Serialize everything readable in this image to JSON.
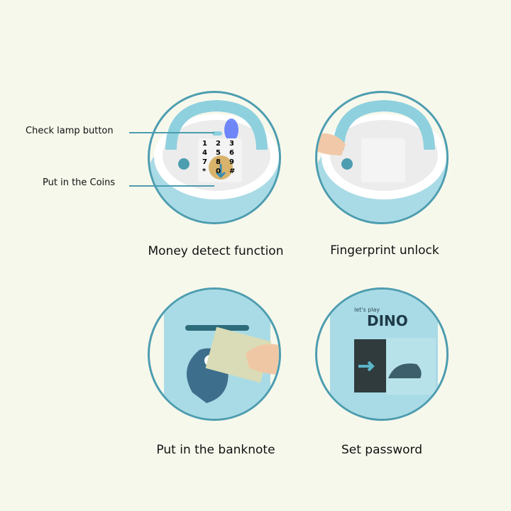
{
  "panels": [
    {
      "caption": "Money detect function"
    },
    {
      "caption": "Fingerprint unlock"
    },
    {
      "caption": "Put in the banknote"
    },
    {
      "caption": "Set password"
    }
  ],
  "callouts": {
    "check_lamp": "Check lamp button",
    "put_coins": "Put in the Coins"
  },
  "keypad": [
    "1",
    "2",
    "3",
    "4",
    "5",
    "6",
    "7",
    "8",
    "9",
    "*",
    "0",
    "#"
  ],
  "dino": {
    "small": "let's play",
    "big": "DINO"
  },
  "colors": {
    "background": "#f7f8ec",
    "outline": "#4d9db0",
    "body": "#a9dbe6"
  }
}
